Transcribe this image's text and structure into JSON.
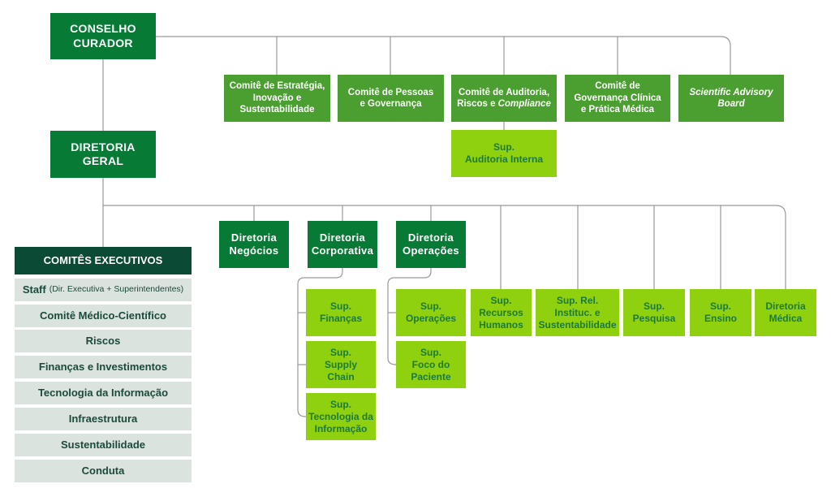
{
  "conselho": "CONSELHO\nCURADOR",
  "committees": [
    "Comitê de Estratégia,\nInovação e\nSustentabilidade",
    "Comitê de Pessoas\ne Governança",
    "Comitê de Auditoria,\nRiscos e ",
    "Comitê de\nGovernança Clínica\ne Prática Médica",
    "Scientific Advisory\nBoard"
  ],
  "committee_italic": "Compliance",
  "sup_auditoria": "Sup.\nAuditoria Interna",
  "diretoria_geral": "DIRETORIA\nGERAL",
  "diretorias": [
    "Diretoria\nNegócios",
    "Diretoria\nCorporativa",
    "Diretoria\nOperações"
  ],
  "sups": {
    "financas": "Sup.\nFinanças",
    "supply": "Sup.\nSupply\nChain",
    "ti": "Sup.\nTecnologia da\nInformação",
    "operacoes": "Sup.\nOperações",
    "foco": "Sup.\nFoco do\nPaciente",
    "rh": "Sup.\nRecursos\nHumanos",
    "rel": "Sup. Rel.\nInstituc. e\nSustentabilidade",
    "pesquisa": "Sup.\nPesquisa",
    "ensino": "Sup.\nEnsino",
    "medica": "Diretoria\nMédica"
  },
  "executivos": {
    "title": "COMITÊS EXECUTIVOS",
    "staff": "Staff",
    "staff_note": "(Dir. Executiva + Superintendentes)",
    "items": [
      "Comitê Médico-Científico",
      "Riscos",
      "Finanças e Investimentos",
      "Tecnologia da Informação",
      "Infraestrutura",
      "Sustentabilidade",
      "Conduta"
    ]
  },
  "colors": {
    "dark": "#077a36",
    "mid": "#4a9f30",
    "lime": "#8fd00f",
    "exec": "#0b4a35"
  }
}
